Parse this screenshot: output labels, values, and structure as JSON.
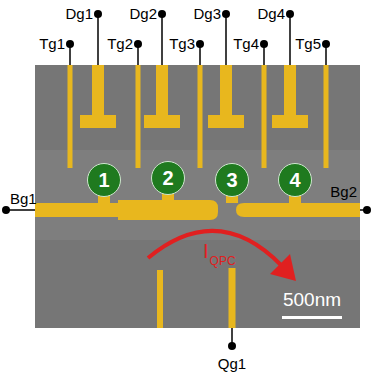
{
  "diagram": {
    "nodes": [
      {
        "text": [
          "1"
        ]
      },
      {
        "text": [
          "2"
        ]
      },
      {
        "text": [
          "3"
        ]
      },
      {
        "text": [
          "4"
        ]
      }
    ],
    "labels": [
      "Dg1",
      "Dg2",
      "Dg3",
      "Dg4",
      "Tg1",
      "Tg2",
      "Tg3",
      "Tg4",
      "Tg5",
      "Bg1",
      "Bg2",
      "I",
      "QPC",
      "500nm",
      "Qg1"
    ]
  }
}
